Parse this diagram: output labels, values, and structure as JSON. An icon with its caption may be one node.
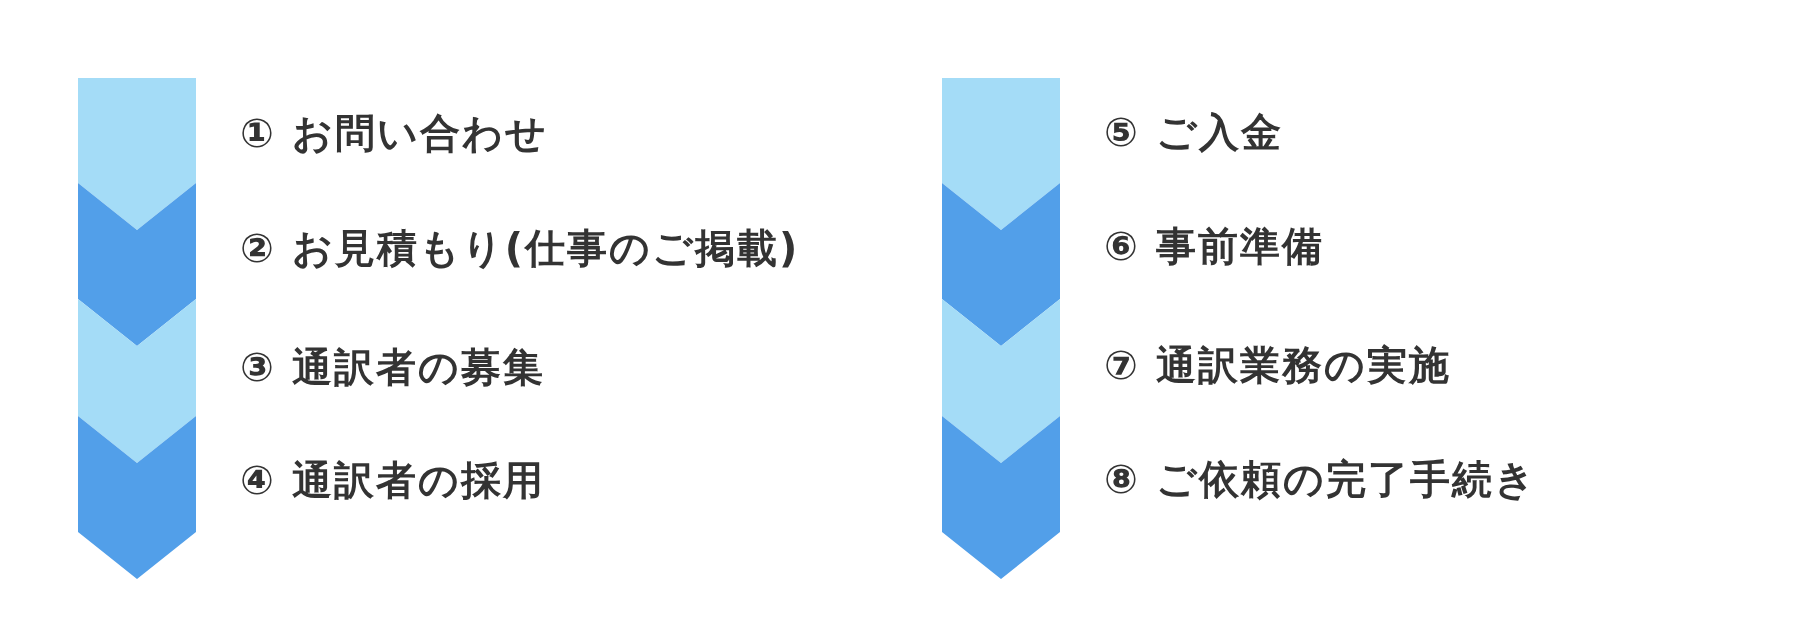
{
  "diagram": {
    "nodes": [
      {
        "text": [],
        "shape": "chevron",
        "beside": [
          "① お問い合わせ"
        ]
      },
      {
        "text": [],
        "shape": "chevron",
        "beside": [
          "② お見積もり(仕事のご掲載)"
        ]
      },
      {
        "text": [],
        "shape": "chevron",
        "beside": [
          "③ 通訳者の募集"
        ]
      },
      {
        "text": [],
        "shape": "chevron",
        "beside": [
          "④ 通訳者の採用"
        ]
      },
      {
        "text": [],
        "shape": "chevron",
        "beside": [
          "⑤ ご入金"
        ]
      },
      {
        "text": [],
        "shape": "chevron",
        "beside": [
          "⑥ 事前準備"
        ]
      },
      {
        "text": [],
        "shape": "chevron",
        "beside": [
          "⑦ 通訳業務の実施"
        ]
      },
      {
        "text": [],
        "shape": "chevron",
        "beside": [
          "⑧ ご依頼の完了手続き"
        ]
      }
    ]
  }
}
